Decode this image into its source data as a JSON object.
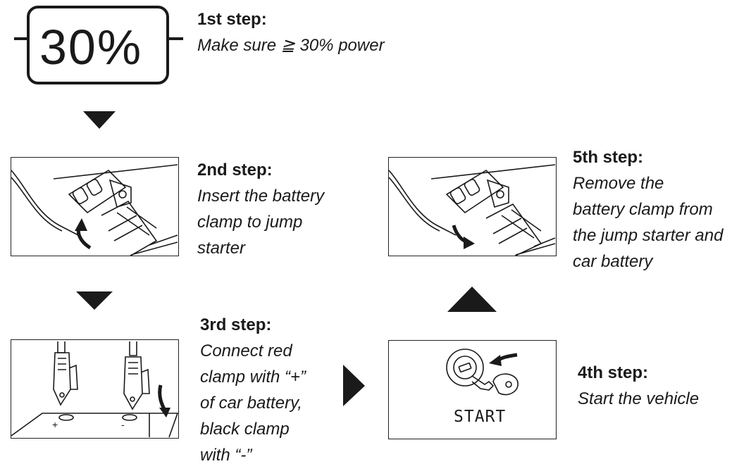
{
  "battery": {
    "percent_text": "30%"
  },
  "steps": [
    {
      "title": "1st step:",
      "lines": [
        "Make sure ≧ 30% power"
      ]
    },
    {
      "title": "2nd step:",
      "lines": [
        "Insert the battery",
        "clamp to jump",
        "starter"
      ]
    },
    {
      "title": "3rd step:",
      "lines": [
        "Connect red",
        "clamp with “+”",
        "of car battery,",
        "black clamp",
        "with “-”"
      ]
    },
    {
      "title": "4th step:",
      "lines": [
        "Start the vehicle"
      ]
    },
    {
      "title": "5th step:",
      "lines": [
        "Remove the",
        "battery clamp from",
        "the jump starter and",
        "car battery"
      ]
    }
  ],
  "illustrations": {
    "terminal_plus": "+",
    "terminal_minus": "-",
    "ignition_label": "START"
  },
  "icons": [
    "battery-percent-icon",
    "arrow-down-icon",
    "arrow-right-icon",
    "arrow-up-icon",
    "clamp-insert-illustration",
    "clamp-connect-illustration",
    "ignition-key-illustration",
    "clamp-remove-illustration"
  ],
  "colors": {
    "ink": "#1a1a1a",
    "background": "#ffffff"
  }
}
